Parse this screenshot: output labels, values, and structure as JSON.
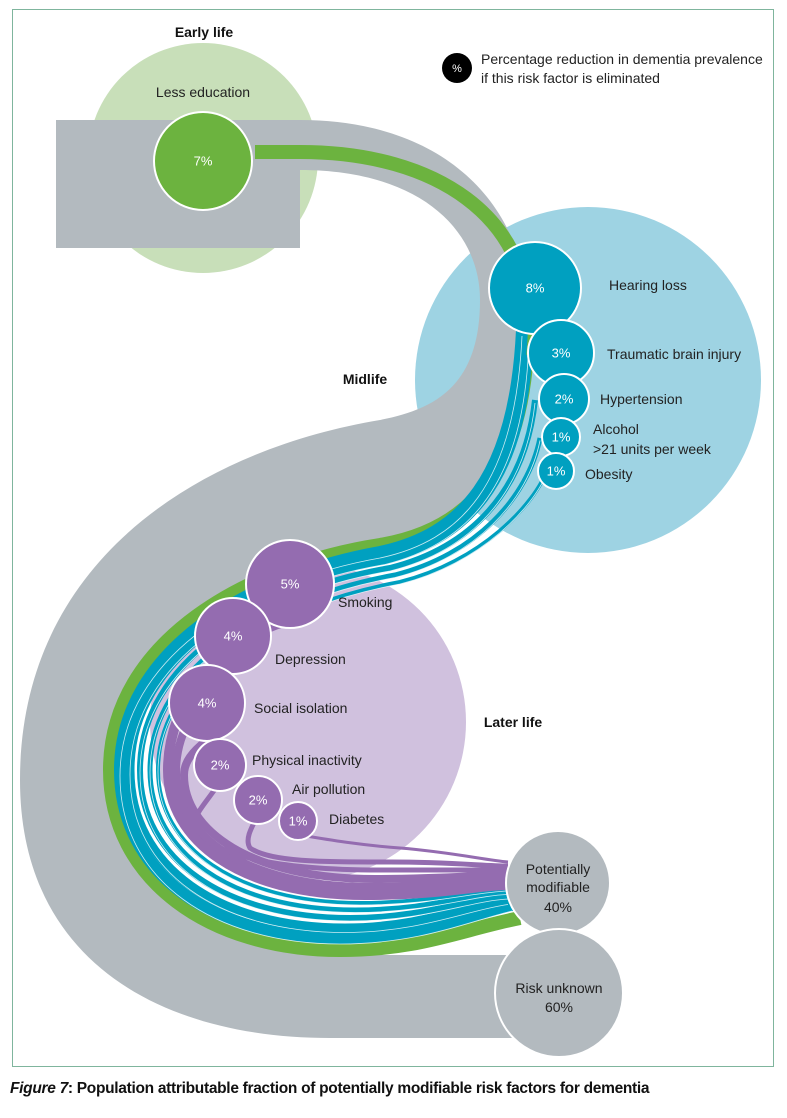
{
  "colors": {
    "grey": "#b3babf",
    "early_bg": "#c8dfb9",
    "early_fg": "#6cb33f",
    "mid_bg": "#9ed3e3",
    "mid_fg": "#00a0c0",
    "late_bg": "#d0c1de",
    "late_fg": "#946cb0",
    "frame": "#7fb59d"
  },
  "legend": {
    "symbol": "%",
    "line1": "Percentage reduction in dementia prevalence",
    "line2": "if this risk factor is eliminated"
  },
  "stages": {
    "early": "Early life",
    "mid": "Midlife",
    "late": "Later life"
  },
  "caption": {
    "figure": "Figure 7",
    "text": ": Population attributable fraction of potentially modifiable risk factors for dementia"
  },
  "chart_data": {
    "type": "bubble-flow",
    "title": "Population attributable fraction of potentially modifiable risk factors for dementia",
    "stages": [
      {
        "name": "Early life",
        "factors": [
          {
            "label": "Less education",
            "value": 7
          }
        ]
      },
      {
        "name": "Midlife",
        "factors": [
          {
            "label": "Hearing loss",
            "value": 8
          },
          {
            "label": "Traumatic brain injury",
            "value": 3
          },
          {
            "label": "Hypertension",
            "value": 2
          },
          {
            "label": "Alcohol",
            "label2": ">21 units per week",
            "value": 1
          },
          {
            "label": "Obesity",
            "value": 1
          }
        ]
      },
      {
        "name": "Later life",
        "factors": [
          {
            "label": "Smoking",
            "value": 5
          },
          {
            "label": "Depression",
            "value": 4
          },
          {
            "label": "Social isolation",
            "value": 4
          },
          {
            "label": "Physical inactivity",
            "value": 2
          },
          {
            "label": "Air pollution",
            "value": 2
          },
          {
            "label": "Diabetes",
            "value": 1
          }
        ]
      }
    ],
    "outcomes": [
      {
        "label": "Potentially",
        "label2": "modifiable",
        "value": 40,
        "value_text": "40%"
      },
      {
        "label": "Risk unknown",
        "value": 60,
        "value_text": "60%"
      }
    ],
    "unit": "%"
  }
}
